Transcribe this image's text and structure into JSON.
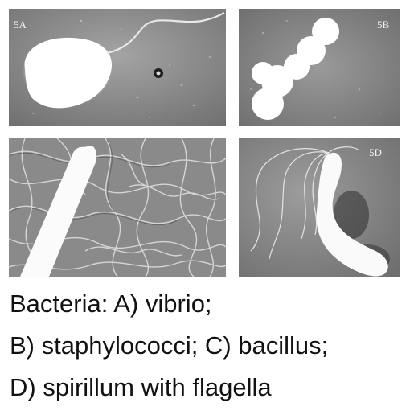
{
  "panels": {
    "a": {
      "label": "5A"
    },
    "b": {
      "label": "5B"
    },
    "c": {
      "label": ""
    },
    "d": {
      "label": "5D"
    }
  },
  "caption": {
    "line1": "Bacteria: A) vibrio;",
    "line2": "B) staphylococci; C) bacillus;",
    "line3": "D) spirillum with flagella"
  }
}
